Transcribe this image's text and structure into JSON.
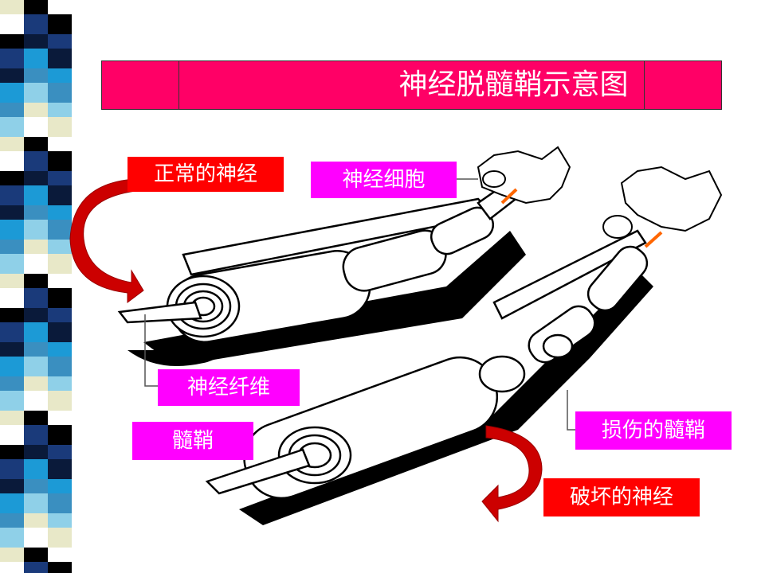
{
  "title": "神经脱髓鞘示意图",
  "labels": {
    "normal_nerve": "正常的神经",
    "nerve_cell": "神经细胞",
    "nerve_fiber": "神经纤维",
    "myelin": "髓鞘",
    "damaged_myelin": "损伤的髓鞘",
    "destroyed_nerve": "破坏的神经"
  },
  "colors": {
    "title_bg": "#ff0066",
    "label_red": "#ff0000",
    "label_magenta": "#ff00ff"
  }
}
